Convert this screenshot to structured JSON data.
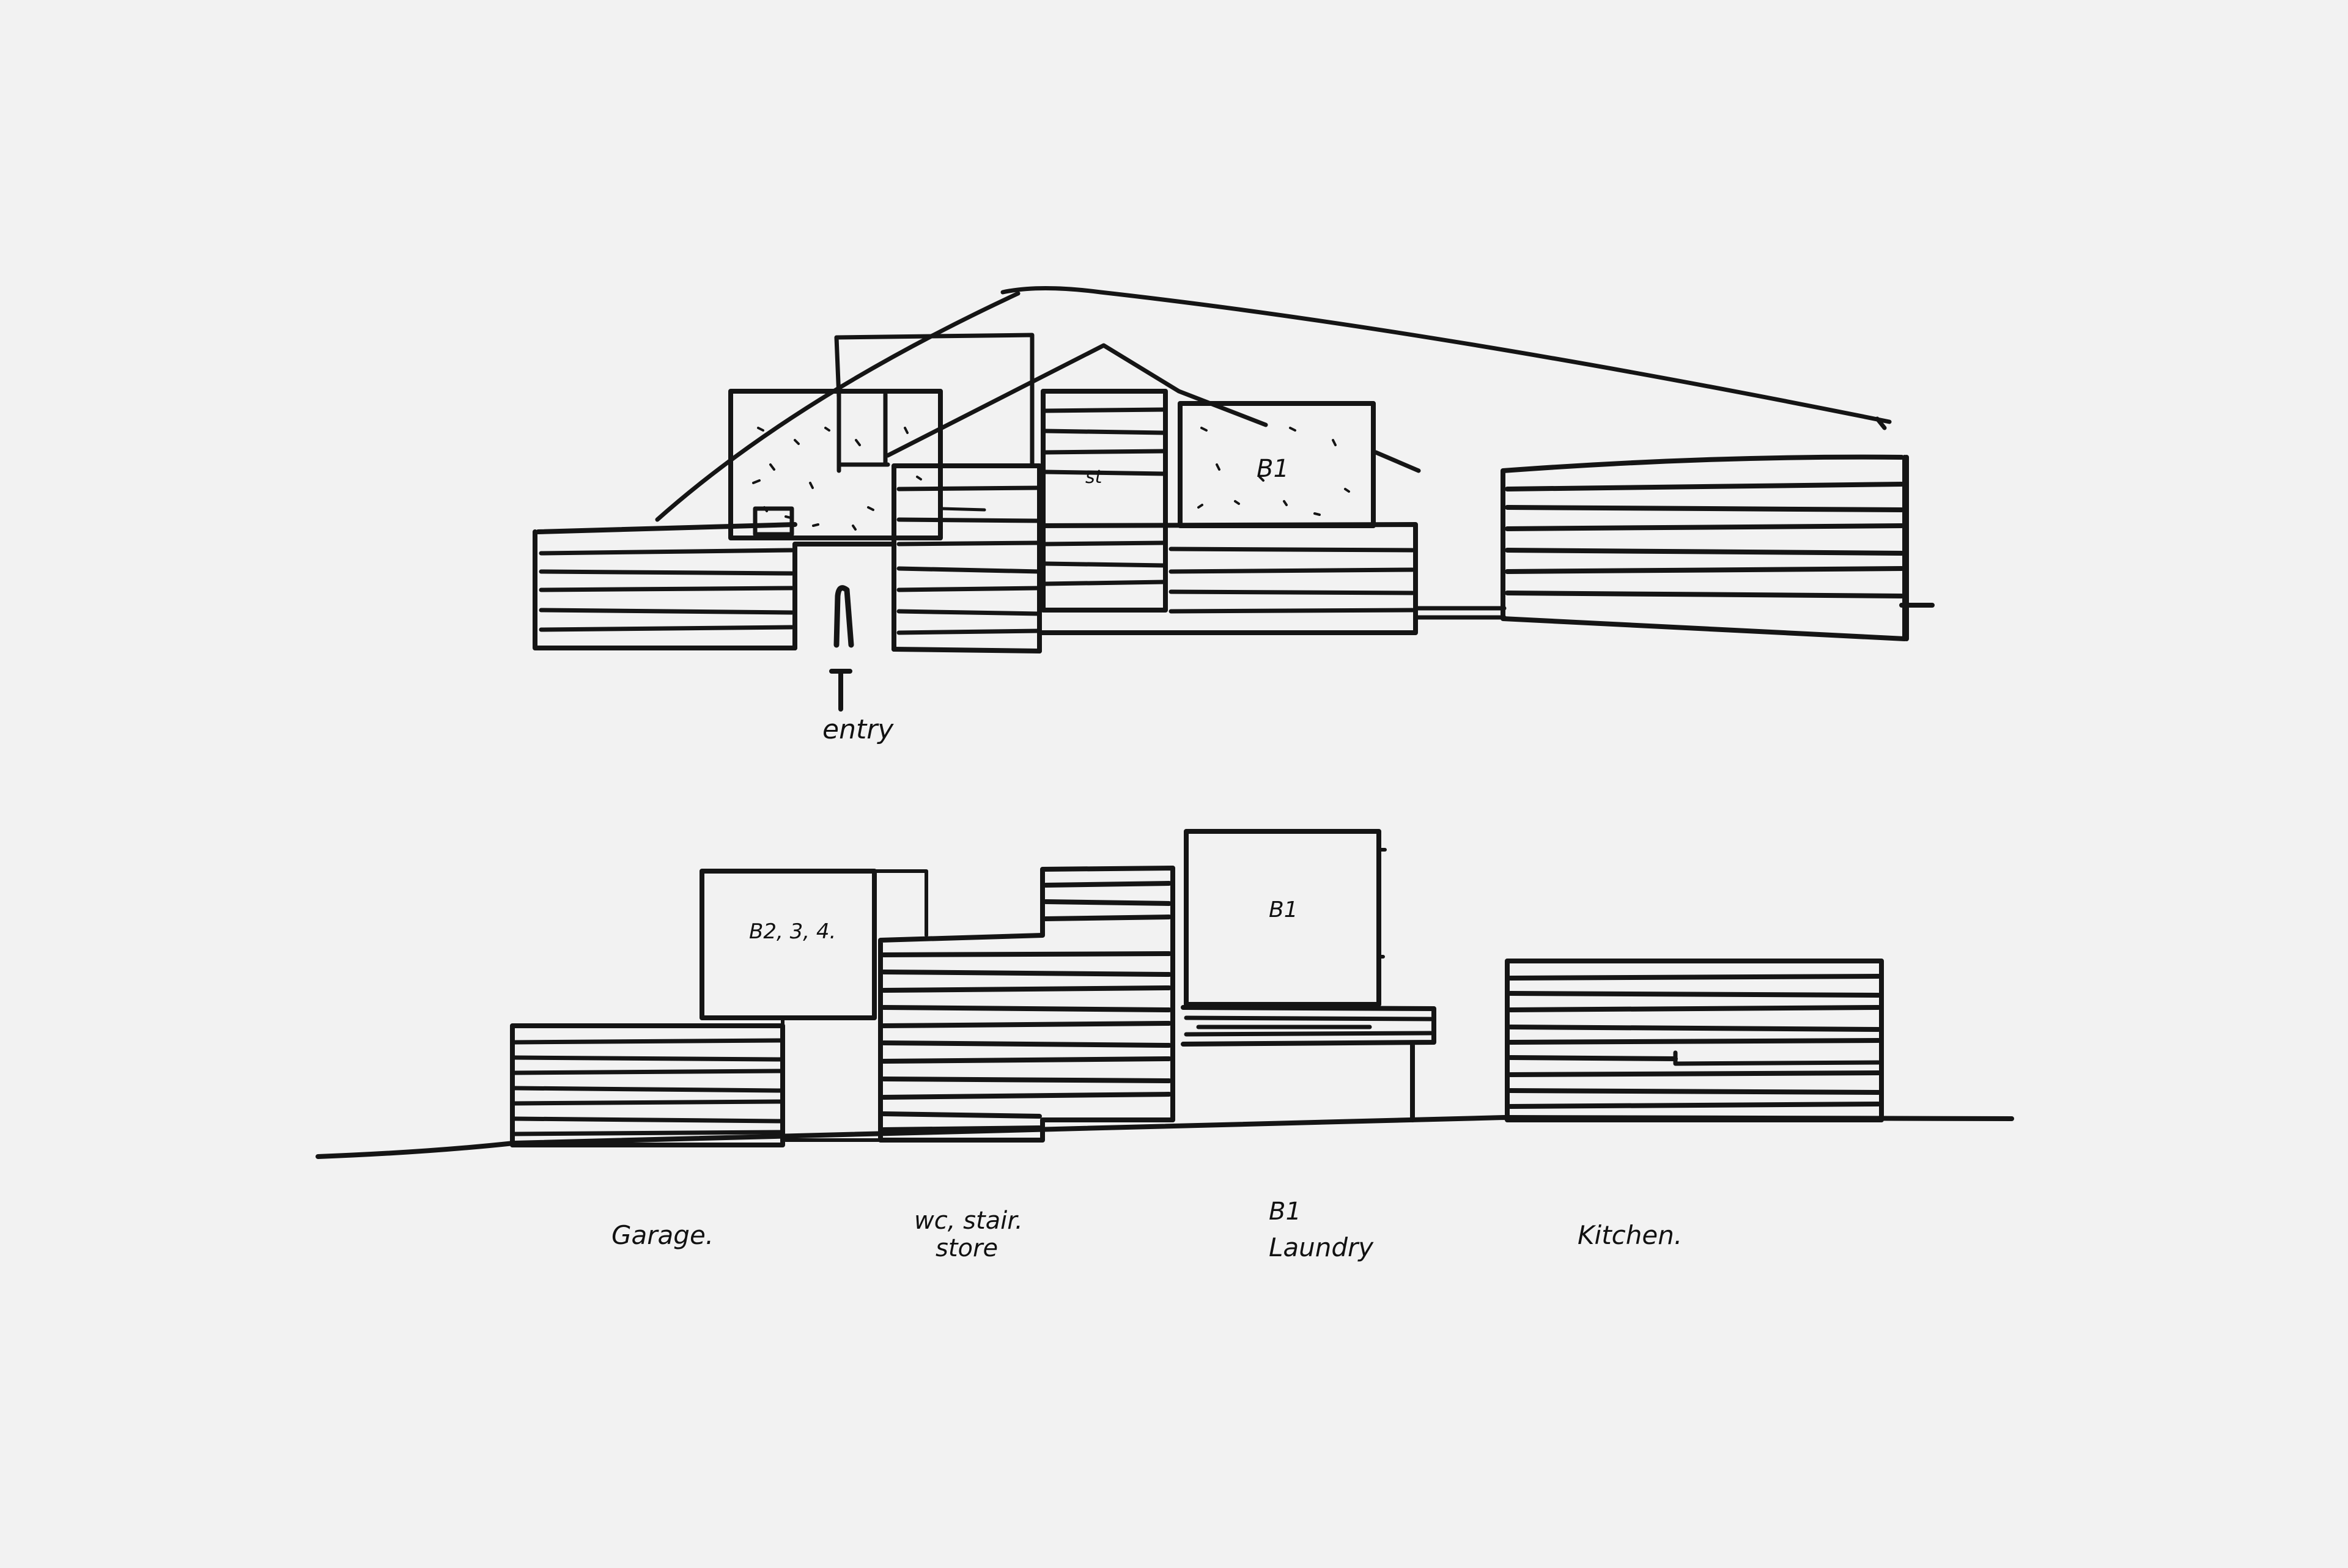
{
  "sketch": {
    "upper_elevation": {
      "entry_label": "entry",
      "room_labels": {
        "bedroom_right": "B1",
        "stair_box": "st"
      }
    },
    "lower_elevation": {
      "box_labels": {
        "bedrooms_234": "B2, 3, 4.",
        "bedroom_1": "B1"
      },
      "room_labels": [
        {
          "lines": [
            "Garage."
          ]
        },
        {
          "lines": [
            "wc, stair.",
            "store"
          ]
        },
        {
          "lines": [
            "B1",
            "Laundry"
          ]
        },
        {
          "lines": [
            "Kitchen."
          ]
        }
      ]
    },
    "colors": {
      "ink": "#151515",
      "paper": "#f2f2f2"
    }
  }
}
